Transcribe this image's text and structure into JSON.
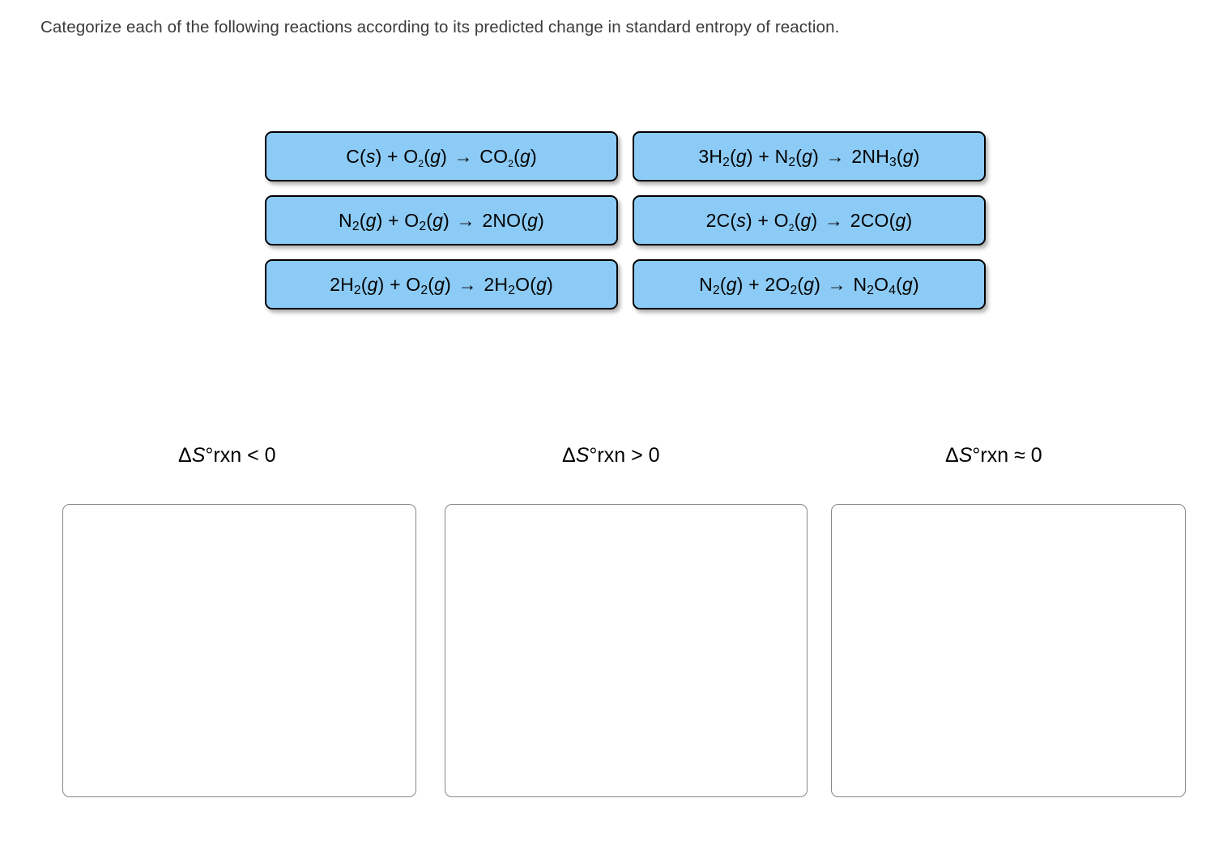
{
  "prompt": {
    "text": "Categorize each of the following reactions according to its predicted change in standard entropy of reaction."
  },
  "tiles": {
    "fill_color": "#8CCBF5",
    "border_color": "#000000",
    "items": [
      {
        "id": "tile-carbon-to-co2",
        "plain_text": "C(s) + O2(g) → CO2(g)",
        "parts": {
          "p1": "C(",
          "s1": "s",
          "p2": ") + O",
          "sub1": "2",
          "p3": "(",
          "s2": "g",
          "p4": ") ",
          "arrow": "→",
          "p5": " CO",
          "sub2": "2",
          "p6": "(",
          "s3": "g",
          "p7": ")"
        }
      },
      {
        "id": "tile-ammonia-synthesis",
        "plain_text": "3H2(g) + N2(g) → 2NH3(g)",
        "parts": {
          "p1": "3H",
          "sub1": "2",
          "p2": "(",
          "s1": "g",
          "p3": ") + N",
          "sub2": "2",
          "p4": "(",
          "s2": "g",
          "p5": ") ",
          "arrow": "→",
          "p6": " 2NH",
          "sub3": "3",
          "p7": "(",
          "s3": "g",
          "p8": ")"
        }
      },
      {
        "id": "tile-nitrogen-monoxide",
        "plain_text": "N2(g) + O2(g) → 2NO(g)",
        "parts": {
          "p1": "N",
          "sub1": "2",
          "p2": "(",
          "s1": "g",
          "p3": ") + O",
          "sub2": "2",
          "p4": "(",
          "s2": "g",
          "p5": ") ",
          "arrow": "→",
          "p6": " 2NO(",
          "s3": "g",
          "p7": ")"
        }
      },
      {
        "id": "tile-carbon-to-co",
        "plain_text": "2C(s) + O2(g) → 2CO(g)",
        "parts": {
          "p1": "2C(",
          "s1": "s",
          "p2": ") + O",
          "sub1": "2",
          "p3": "(",
          "s2": "g",
          "p4": ") ",
          "arrow": "→",
          "p5": " 2CO(",
          "s3": "g",
          "p6": ")"
        }
      },
      {
        "id": "tile-water-formation",
        "plain_text": "2H2(g) + O2(g) → 2H2O(g)",
        "parts": {
          "p1": "2H",
          "sub1": "2",
          "p2": "(",
          "s1": "g",
          "p3": ") + O",
          "sub2": "2",
          "p4": "(",
          "s2": "g",
          "p5": ") ",
          "arrow": "→",
          "p6": " 2H",
          "sub3": "2",
          "p7": "O(",
          "s3": "g",
          "p8": ")"
        }
      },
      {
        "id": "tile-dinitrogen-tetroxide",
        "plain_text": "N2(g) + 2O2(g) → N2O4(g)",
        "parts": {
          "p1": "N",
          "sub1": "2",
          "p2": "(",
          "s1": "g",
          "p3": ") + 2O",
          "sub2": "2",
          "p4": "(",
          "s2": "g",
          "p5": ") ",
          "arrow": "→",
          "p6": " N",
          "sub3": "2",
          "p7": "O",
          "sub4": "4",
          "p8": "(",
          "s3": "g",
          "p9": ")"
        }
      }
    ]
  },
  "categories": [
    {
      "id": "category-negative",
      "plain_text": "ΔS°rxn < 0",
      "delta": "Δ",
      "symbol": "S",
      "degree_rxn": "°rxn",
      "comparison": " < 0"
    },
    {
      "id": "category-positive",
      "plain_text": "ΔS°rxn > 0",
      "delta": "Δ",
      "symbol": "S",
      "degree_rxn": "°rxn",
      "comparison": " > 0"
    },
    {
      "id": "category-approximately-zero",
      "plain_text": "ΔS°rxn ≈ 0",
      "delta": "Δ",
      "symbol": "S",
      "degree_rxn": "°rxn",
      "comparison": " ≈ 0"
    }
  ],
  "dropzones": [
    {
      "id": "dropzone-negative",
      "contents": []
    },
    {
      "id": "dropzone-positive",
      "contents": []
    },
    {
      "id": "dropzone-approximately-zero",
      "contents": []
    }
  ]
}
